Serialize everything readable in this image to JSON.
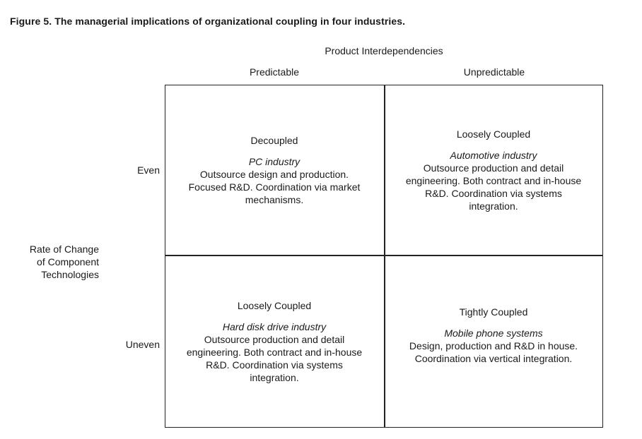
{
  "figure_title": "Figure 5. The managerial implications of organizational coupling in four industries.",
  "column_axis": {
    "title": "Product Interdependencies",
    "headers": [
      "Predictable",
      "Unpredictable"
    ]
  },
  "row_axis": {
    "title_lines": [
      "Rate of Change",
      "of Component",
      "Technologies"
    ],
    "headers": [
      "Even",
      "Uneven"
    ]
  },
  "cells": [
    {
      "label": "Decoupled",
      "industry": "PC industry",
      "description": "Outsource design and production. Focused R&D. Coordination via market mechanisms."
    },
    {
      "label": "Loosely Coupled",
      "industry": "Automotive industry",
      "description": "Outsource production and detail engineering. Both contract and in-house R&D. Coordination via systems integration."
    },
    {
      "label": "Loosely Coupled",
      "industry": "Hard disk drive industry",
      "description": "Outsource production and detail engineering. Both contract and in-house R&D. Coordination via systems integration."
    },
    {
      "label": "Tightly Coupled",
      "industry": "Mobile phone systems",
      "description": "Design, production and R&D in house. Coordination via vertical integration."
    }
  ]
}
